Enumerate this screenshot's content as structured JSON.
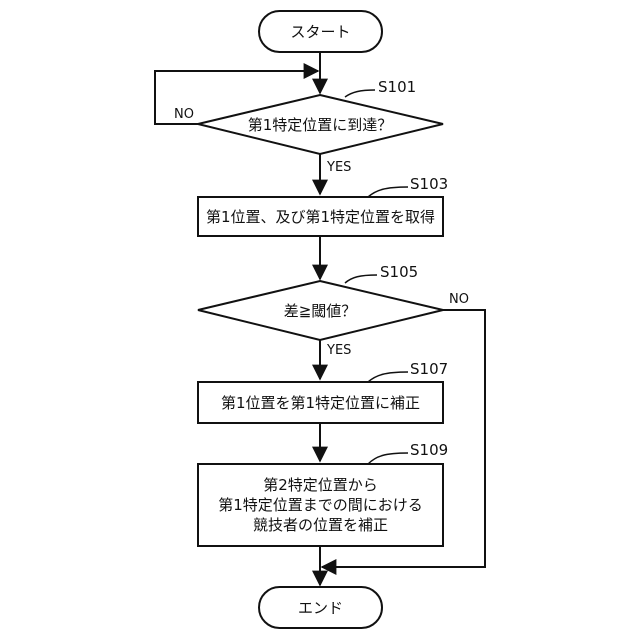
{
  "flowchart": {
    "start": {
      "label": "スタート"
    },
    "end": {
      "label": "エンド"
    },
    "steps": [
      {
        "id": "S101",
        "label": "S101",
        "type": "decision",
        "text": [
          "第1特定位置に到達？"
        ],
        "no_label": "NO",
        "yes_label": "YES"
      },
      {
        "id": "S103",
        "label": "S103",
        "type": "process",
        "text": [
          "第1位置、及び第1特定位置を取得"
        ]
      },
      {
        "id": "S105",
        "label": "S105",
        "type": "decision",
        "text": [
          "差≧閾値？"
        ],
        "no_label": "NO",
        "yes_label": "YES"
      },
      {
        "id": "S107",
        "label": "S107",
        "type": "process",
        "text": [
          "第1位置を第1特定位置に補正"
        ]
      },
      {
        "id": "S109",
        "label": "S109",
        "type": "process",
        "text": [
          "第2特定位置から",
          "第1特定位置までの間における",
          "競技者の位置を補正"
        ]
      }
    ]
  }
}
